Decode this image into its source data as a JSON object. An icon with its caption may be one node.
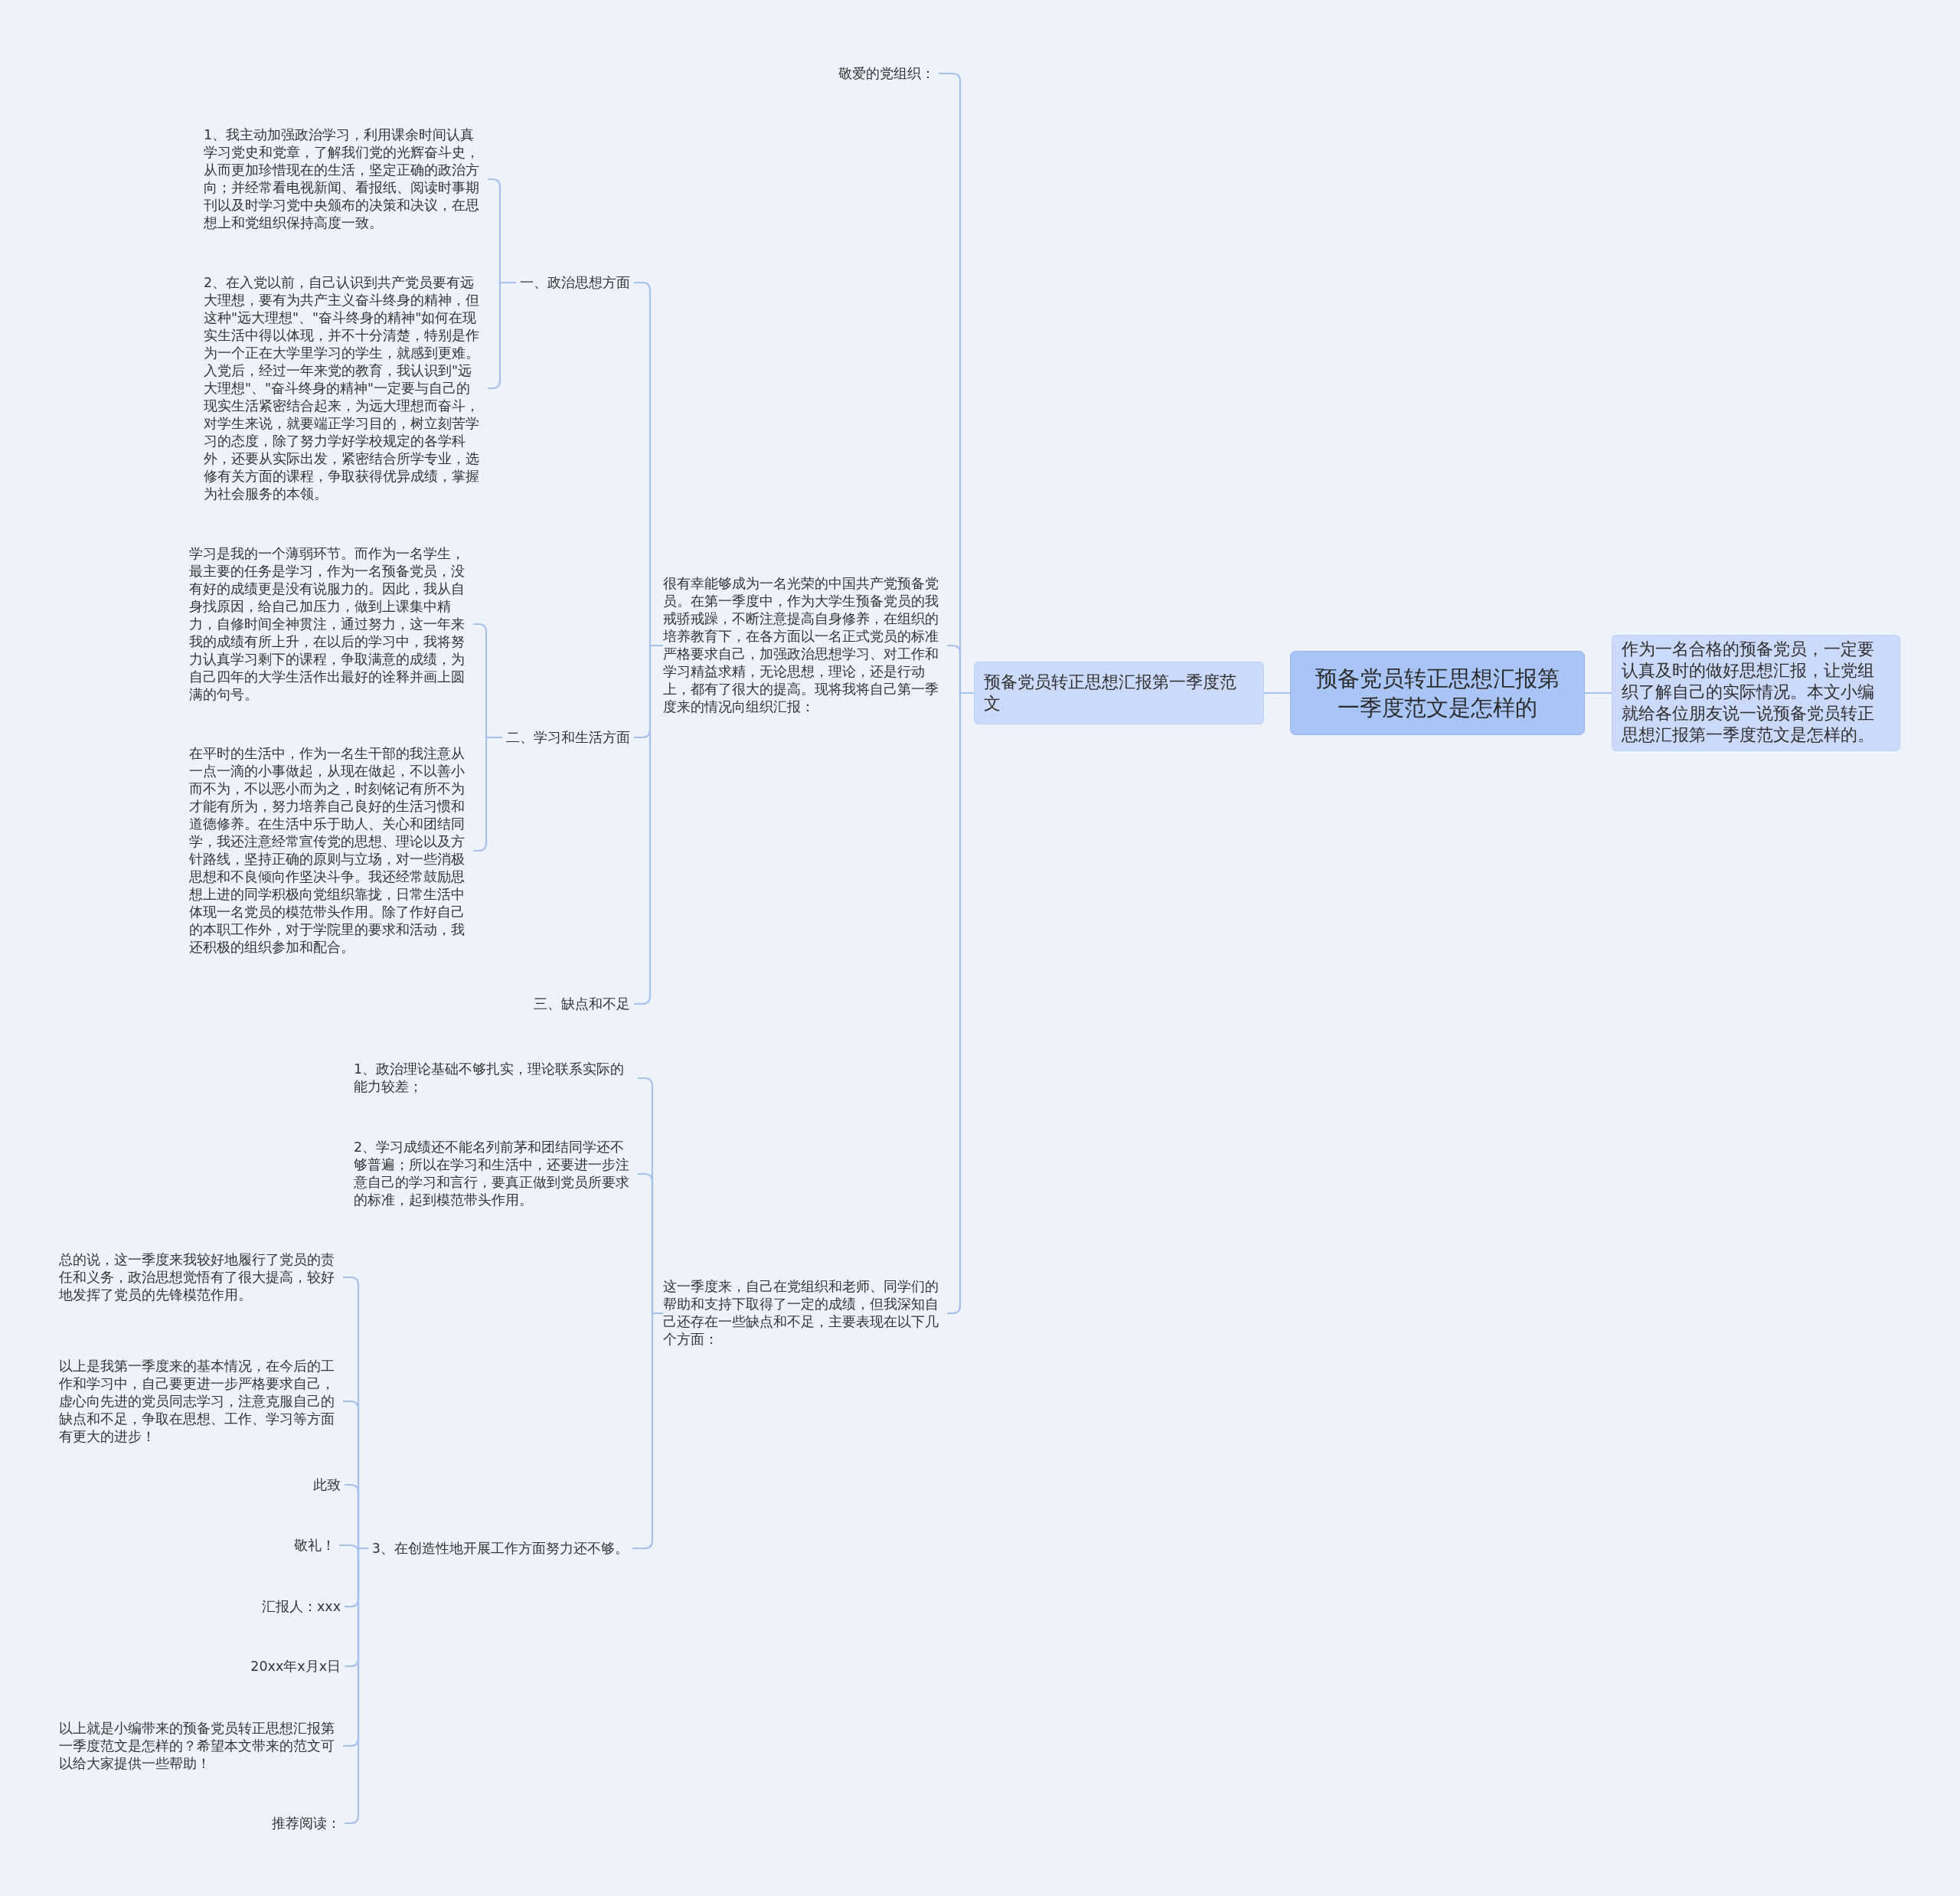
{
  "diagram": {
    "nodes": [
      {
        "text": [
          "预备党员转正思想汇报第一季度范文是怎样的"
        ]
      },
      {
        "text": [
          "作为一名合格的预备党员，一定要认真及时的做好思想汇报，让党组织了解自己的实际情况。本文小编就给各位朋友说一说预备党员转正思想汇报第一季度范文是怎样的。"
        ]
      },
      {
        "text": [
          "预备党员转正思想汇报第一季度范文"
        ]
      },
      {
        "text": [
          "敬爱的党组织："
        ]
      },
      {
        "text": [
          "很有幸能够成为一名光荣的中国共产党预备党员。在第一季度中，作为大学生预备党员的我戒骄戒躁，不断注意提高自身修养，在组织的培养教育下，在各方面以一名正式党员的标准严格要求自己，加强政治思想学习、对工作和学习精益求精，无论思想，理论，还是行动上，都有了很大的提高。现将我将自己第一季度来的情况向组织汇报："
        ]
      },
      {
        "text": [
          "一、政治思想方面"
        ]
      },
      {
        "text": [
          "1、我主动加强政治学习，利用课余时间认真学习党史和党章，了解我们党的光辉奋斗史，从而更加珍惜现在的生活，坚定正确的政治方向；并经常看电视新闻、看报纸、阅读时事期刊以及时学习党中央颁布的决策和决议，在思想上和党组织保持高度一致。"
        ]
      },
      {
        "text": [
          "2、在入党以前，自己认识到共产党员要有远大理想，要有为共产主义奋斗终身的精神，但这种\"远大理想\"、\"奋斗终身的精神\"如何在现实生活中得以体现，并不十分清楚，特别是作为一个正在大学里学习的学生，就感到更难。入党后，经过一年来党的教育，我认识到\"远大理想\"、\"奋斗终身的精神\"一定要与自己的现实生活紧密结合起来，为远大理想而奋斗，对学生来说，就要端正学习目的，树立刻苦学习的态度，除了努力学好学校规定的各学科外，还要从实际出发，紧密结合所学专业，选修有关方面的课程，争取获得优异成绩，掌握为社会服务的本领。"
        ]
      },
      {
        "text": [
          "二、学习和生活方面"
        ]
      },
      {
        "text": [
          "学习是我的一个薄弱环节。而作为一名学生，最主要的任务是学习，作为一名预备党员，没有好的成绩更是没有说服力的。因此，我从自身找原因，给自己加压力，做到上课集中精力，自修时间全神贯注，通过努力，这一年来我的成绩有所上升，在以后的学习中，我将努力认真学习剩下的课程，争取满意的成绩，为自己四年的大学生活作出最好的诠释并画上圆满的句号。"
        ]
      },
      {
        "text": [
          "在平时的生活中，作为一名生干部的我注意从一点一滴的小事做起，从现在做起，不以善小而不为，不以恶小而为之，时刻铭记有所不为才能有所为，努力培养自己良好的生活习惯和道德修养。在生活中乐于助人、关心和团结同学，我还注意经常宣传党的思想、理论以及方针路线，坚持正确的原则与立场，对一些消极思想和不良倾向作坚决斗争。我还经常鼓励思想上进的同学积极向党组织靠拢，日常生活中体现一名党员的模范带头作用。除了作好自己的本职工作外，对于学院里的要求和活动，我还积极的组织参加和配合。"
        ]
      },
      {
        "text": [
          "三、缺点和不足"
        ]
      },
      {
        "text": [
          "这一季度来，自己在党组织和老师、同学们的帮助和支持下取得了一定的成绩，但我深知自己还存在一些缺点和不足，主要表现在以下几个方面："
        ]
      },
      {
        "text": [
          "1、政治理论基础不够扎实，理论联系实际的能力较差；"
        ]
      },
      {
        "text": [
          "2、学习成绩还不能名列前茅和团结同学还不够普遍；所以在学习和生活中，还要进一步注意自己的学习和言行，要真正做到党员所要求的标准，起到模范带头作用。"
        ]
      },
      {
        "text": [
          "3、在创造性地开展工作方面努力还不够。"
        ]
      },
      {
        "text": [
          "总的说，这一季度来我较好地履行了党员的责任和义务，政治思想觉悟有了很大提高，较好地发挥了党员的先锋模范作用。"
        ]
      },
      {
        "text": [
          "以上是我第一季度来的基本情况，在今后的工作和学习中，自己要更进一步严格要求自己，虚心向先进的党员同志学习，注意克服自己的缺点和不足，争取在思想、工作、学习等方面有更大的进步！"
        ]
      },
      {
        "text": [
          "此致"
        ]
      },
      {
        "text": [
          "敬礼！"
        ]
      },
      {
        "text": [
          "汇报人：xxx"
        ]
      },
      {
        "text": [
          "20xx年x月x日"
        ]
      },
      {
        "text": [
          "以上就是小编带来的预备党员转正思想汇报第一季度范文是怎样的？希望本文带来的范文可以给大家提供一些帮助！"
        ]
      },
      {
        "text": [
          "推荐阅读："
        ]
      }
    ],
    "edges": [
      {
        "from": 0,
        "to": 1,
        "arrow": "none"
      },
      {
        "from": 0,
        "to": 2,
        "arrow": "none"
      },
      {
        "from": 2,
        "to": 3,
        "arrow": "none"
      },
      {
        "from": 2,
        "to": 4,
        "arrow": "none"
      },
      {
        "from": 2,
        "to": 12,
        "arrow": "none"
      },
      {
        "from": 4,
        "to": 5,
        "arrow": "none"
      },
      {
        "from": 4,
        "to": 8,
        "arrow": "none"
      },
      {
        "from": 4,
        "to": 11,
        "arrow": "none"
      },
      {
        "from": 5,
        "to": 6,
        "arrow": "none"
      },
      {
        "from": 5,
        "to": 7,
        "arrow": "none"
      },
      {
        "from": 8,
        "to": 9,
        "arrow": "none"
      },
      {
        "from": 8,
        "to": 10,
        "arrow": "none"
      },
      {
        "from": 12,
        "to": 13,
        "arrow": "none"
      },
      {
        "from": 12,
        "to": 14,
        "arrow": "none"
      },
      {
        "from": 12,
        "to": 15,
        "arrow": "none"
      },
      {
        "from": 15,
        "to": 16,
        "arrow": "none"
      },
      {
        "from": 15,
        "to": 17,
        "arrow": "none"
      },
      {
        "from": 15,
        "to": 18,
        "arrow": "none"
      },
      {
        "from": 15,
        "to": 19,
        "arrow": "none"
      },
      {
        "from": 15,
        "to": 20,
        "arrow": "none"
      },
      {
        "from": 15,
        "to": 21,
        "arrow": "none"
      },
      {
        "from": 15,
        "to": 22,
        "arrow": "none"
      },
      {
        "from": 15,
        "to": 23,
        "arrow": "none"
      }
    ]
  }
}
